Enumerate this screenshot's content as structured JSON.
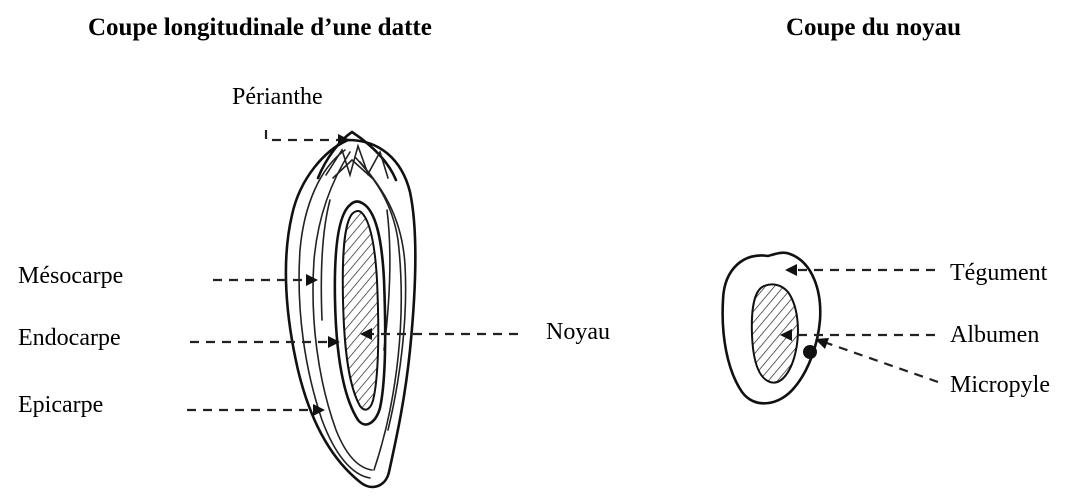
{
  "date_section": {
    "title": "Coupe longitudinale d’une datte",
    "labels": {
      "perianthe": "Périanthe",
      "mesocarpe": "Mésocarpe",
      "endocarpe": "Endocarpe",
      "epicarpe": "Epicarpe",
      "noyau": "Noyau"
    }
  },
  "seed_section": {
    "title": "Coupe du noyau",
    "labels": {
      "tegument": "Tégument",
      "albumen": "Albumen",
      "micropyle": "Micropyle"
    }
  }
}
